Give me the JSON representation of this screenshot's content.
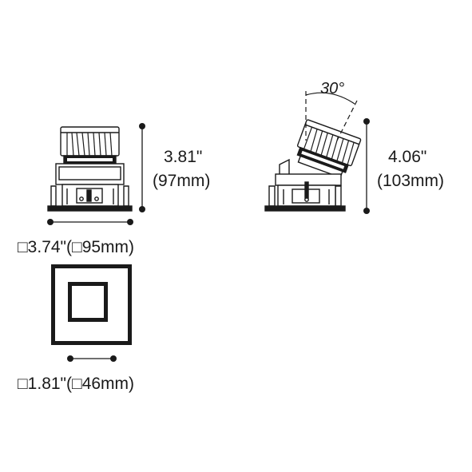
{
  "front_view": {
    "height_in": "3.81\"",
    "height_mm": "(97mm)",
    "width_label": "□3.74\"(□95mm)"
  },
  "tilt_view": {
    "tilt_angle": "30°",
    "height_in": "4.06\"",
    "height_mm": "(103mm)"
  },
  "top_view": {
    "aperture_label": "□1.81\"(□46mm)"
  },
  "colors": {
    "line": "#1a1a1a",
    "fill": "#ffffff"
  }
}
